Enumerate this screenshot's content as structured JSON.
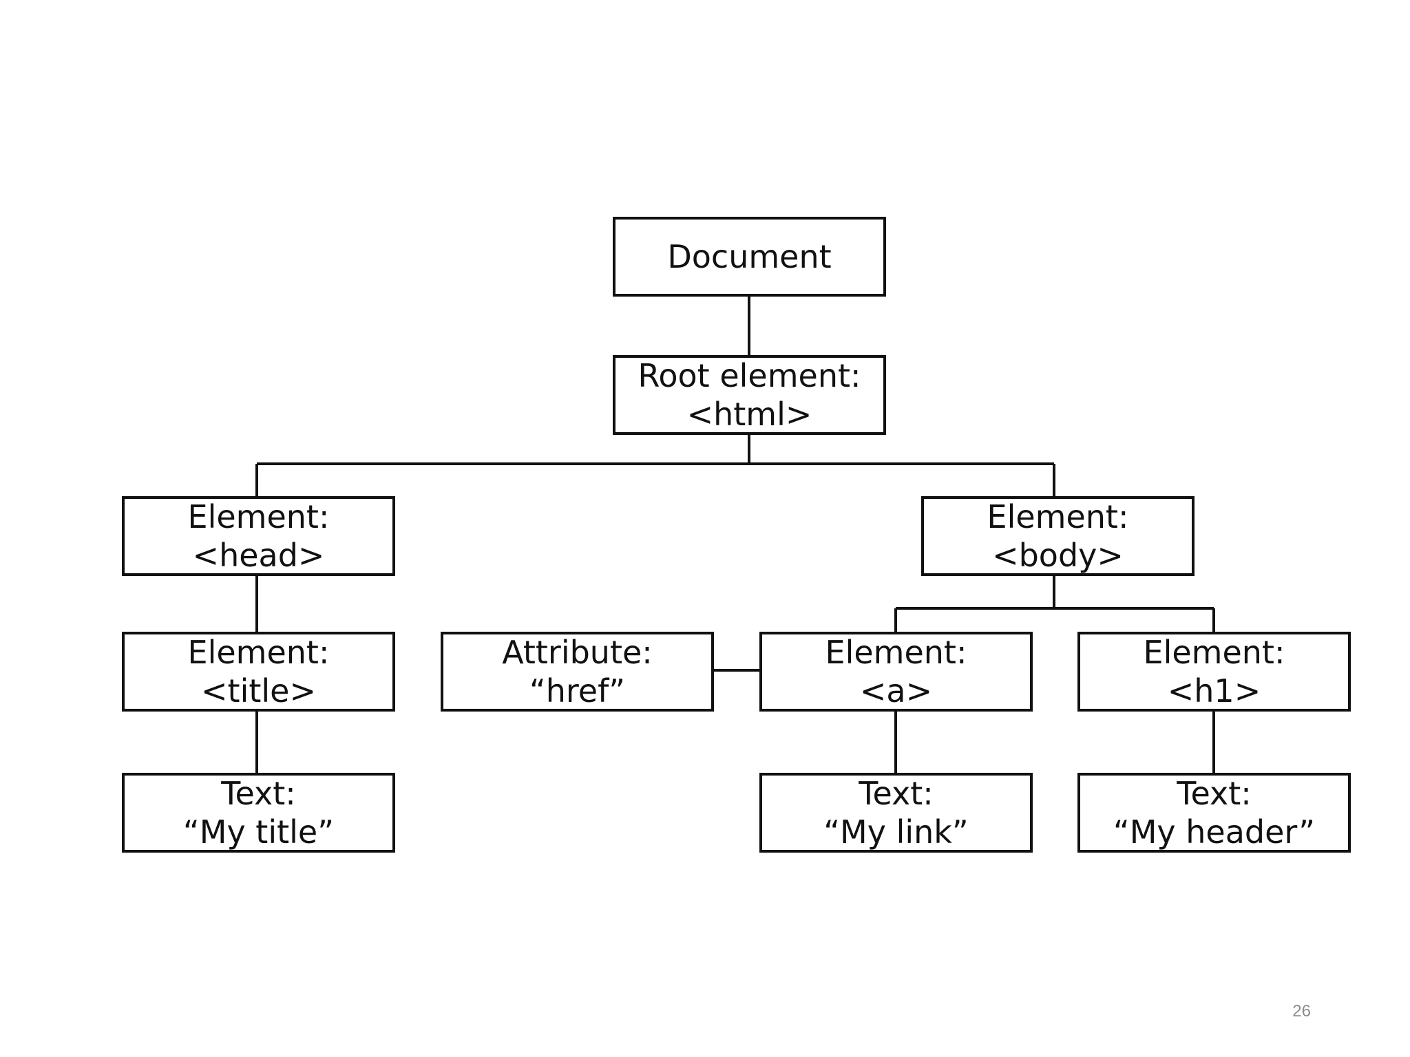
{
  "diagram": {
    "nodes": {
      "document": {
        "line1": "Document"
      },
      "root": {
        "line1": "Root element:",
        "line2": "<html>"
      },
      "head": {
        "line1": "Element:",
        "line2": "<head>"
      },
      "body": {
        "line1": "Element:",
        "line2": "<body>"
      },
      "title": {
        "line1": "Element:",
        "line2": "<title>"
      },
      "attribute": {
        "line1": "Attribute:",
        "line2": "“href”"
      },
      "a": {
        "line1": "Element:",
        "line2": "<a>"
      },
      "h1": {
        "line1": "Element:",
        "line2": "<h1>"
      },
      "text_title": {
        "line1": "Text:",
        "line2": "“My title”"
      },
      "text_link": {
        "line1": "Text:",
        "line2": "“My link”"
      },
      "text_header": {
        "line1": "Text:",
        "line2": "“My header”"
      }
    }
  },
  "slide": {
    "number": "26"
  }
}
